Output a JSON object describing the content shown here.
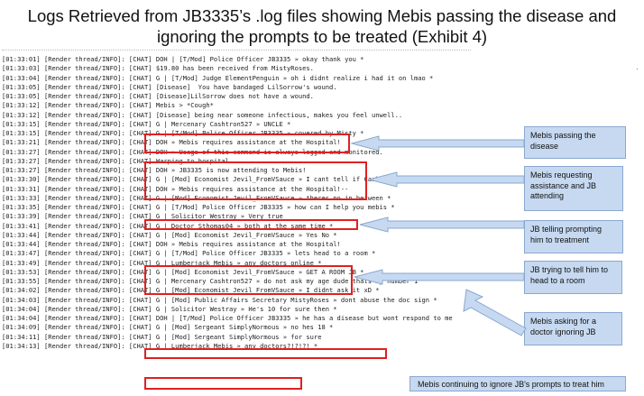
{
  "title_line1": "Logs Retrieved from JB3335’s .log files showing Mebis passing the disease and",
  "title_line2": "ignoring the prompts to be treated (Exhibit 4)",
  "log_lines": [
    "[01:33:01] [Render thread/INFO]: [CHAT] DOH | [T/Mod] Police Officer JB3335 » okay thank you *",
    "[01:33:03] [Render thread/INFO]: [CHAT] $19.80 has been received from MistyRoses.",
    "[01:33:04] [Render thread/INFO]: [CHAT] G | [T/Mod] Judge ElementPenguin » oh i didnt realize i had it on lmao *",
    "[01:33:05] [Render thread/INFO]: [CHAT] [Disease]  You have bandaged LilSorrow's wound.",
    "[01:33:05] [Render thread/INFO]: [CHAT] [Disease]LilSorrow does not have a wound.",
    "[01:33:12] [Render thread/INFO]: [CHAT] Mebis > *Cough*",
    "[01:33:12] [Render thread/INFO]: [CHAT] [Disease] being near someone infectious, makes you feel unwell..",
    "[01:33:15] [Render thread/INFO]: [CHAT] G | Mercenary Cashtron527 » UNCLE *",
    "[01:33:15] [Render thread/INFO]: [CHAT] G | [T/Mod] Police Officer JB3335 » covered by Misty *",
    "[01:33:21] [Render thread/INFO]: [CHAT] DOH » Mebis requires assistance at the Hospital!",
    "[01:33:27] [Render thread/INFO]: [CHAT] DOH » Usage of this command is always logged and monitored.",
    "[01:33:27] [Render thread/INFO]: [CHAT] Warping to hospital.",
    "[01:33:27] [Render thread/INFO]: [CHAT] DOH » JB3335 is now attending to Mebis!",
    "[01:33:30] [Render thread/INFO]: [CHAT] G | [Mod] Economist Jevil_FromVSauce » I cant tell if Cash is 10 or 18 *",
    "[01:33:31] [Render thread/INFO]: [CHAT] DOH » Mebis requires assistance at the Hospital!--",
    "[01:33:33] [Render thread/INFO]: [CHAT] G | [Mod] Economist Jevil_FromVSauce » theres no in between *",
    "[01:33:35] [Render thread/INFO]: [CHAT] G | [T/Mod] Police Officer JB3335 » how can I help you mebis *",
    "[01:33:39] [Render thread/INFO]: [CHAT] G | Solicitor Westray » Very true",
    "[01:33:41] [Render thread/INFO]: [CHAT] G | Doctor Sthomas04 » both at the same time *",
    "[01:33:44] [Render thread/INFO]: [CHAT] G | [Mod] Economist Jevil_FromVSauce » Yes No *",
    "[01:33:44] [Render thread/INFO]: [CHAT] DOH » Mebis requires assistance at the Hospital!",
    "[01:33:47] [Render thread/INFO]: [CHAT] G | [T/Mod] Police Officer JB3335 » lets head to a room *",
    "[01:33:49] [Render thread/INFO]: [CHAT] G | Lumberjack Mebis » any doctors online *",
    "[01:33:53] [Render thread/INFO]: [CHAT] G | [Mod] Economist Jevil_FromVSauce » GET A ROOM JB *",
    "[01:33:55] [Render thread/INFO]: [CHAT] G | Mercenary Cashtron527 » do not ask my age dude thats my number 1",
    "[01:34:02] [Render thread/INFO]: [CHAT] G | [Mod] Economist Jevil_FromVSauce » I didnt ask it xD *",
    "[01:34:03] [Render thread/INFO]: [CHAT] G | [Mod] Public Affairs Secretary MistyRoses » dont abuse the doc sign *",
    "[01:34:04] [Render thread/INFO]: [CHAT] G | Solicitor Westray » He's 10 for sure then *",
    "[01:34:04] [Render thread/INFO]: [CHAT] DOH | [T/Mod] Police Officer JB3335 » he has a disease but wont respond to me",
    "[01:34:09] [Render thread/INFO]: [CHAT] G | [Mod] Sergeant SimplyNormous » no hes 18 *",
    "[01:34:11] [Render thread/INFO]: [CHAT] G | [Mod] Sergeant SimplyNormous » for sure",
    "[01:34:13] [Render thread/INFO]: [CHAT] G | Lumberjack Mebis » any doctors?!?!?! *"
  ],
  "callouts": {
    "disease": "Mebis passing the disease",
    "requesting": "Mebis requesting assistance and JB attending",
    "prompting": "JB telling prompting him to treatment",
    "room": "JB trying to tell him to head to a room",
    "asking": "Mebis asking for a doctor ignoring JB",
    "continuing": "Mebis continuing to ignore JB's prompts to treat him"
  },
  "colors": {
    "highlight": "#e02020",
    "callout_fill": "#c6d9f1",
    "callout_border": "#8aa8cf"
  }
}
